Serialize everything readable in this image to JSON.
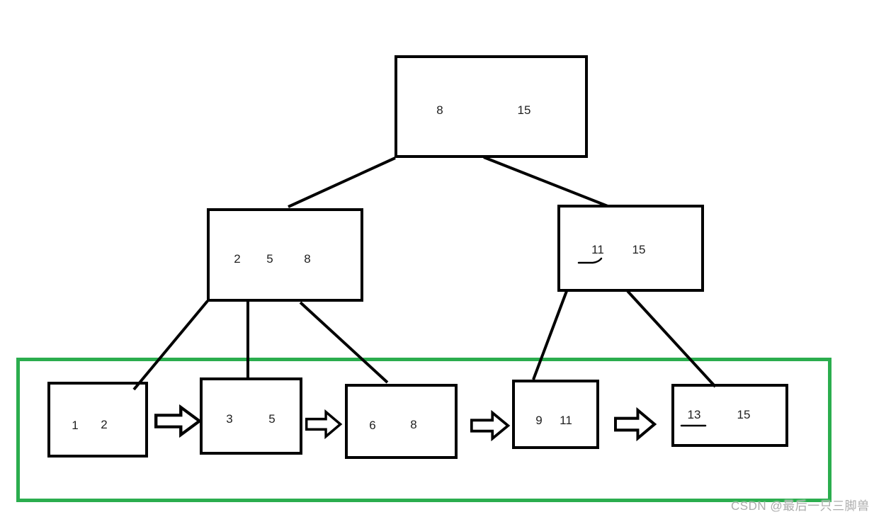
{
  "tree": {
    "root": {
      "keys": [
        "8",
        "15"
      ]
    },
    "internal_left": {
      "keys": [
        "2",
        "5",
        "8"
      ]
    },
    "internal_right": {
      "keys": [
        "11",
        "15"
      ],
      "underlined_key": "11"
    },
    "leaves": [
      {
        "keys": [
          "1",
          "2"
        ]
      },
      {
        "keys": [
          "3",
          "5"
        ]
      },
      {
        "keys": [
          "6",
          "8"
        ]
      },
      {
        "keys": [
          "9",
          "11"
        ]
      },
      {
        "keys": [
          "13",
          "15"
        ],
        "underlined_key": "13"
      }
    ]
  },
  "annotations": {
    "underlined_keys": [
      "11",
      "13"
    ],
    "leaf_chain_arrow": "right-block-arrow"
  },
  "watermark": {
    "text": "CSDN @最后一只三脚兽"
  },
  "colors": {
    "node_border": "#000000",
    "connector": "#000000",
    "key_text": "#1f1f1f",
    "leaf_band_border": "#2bad4e",
    "watermark_text": "#a8a8a8"
  }
}
